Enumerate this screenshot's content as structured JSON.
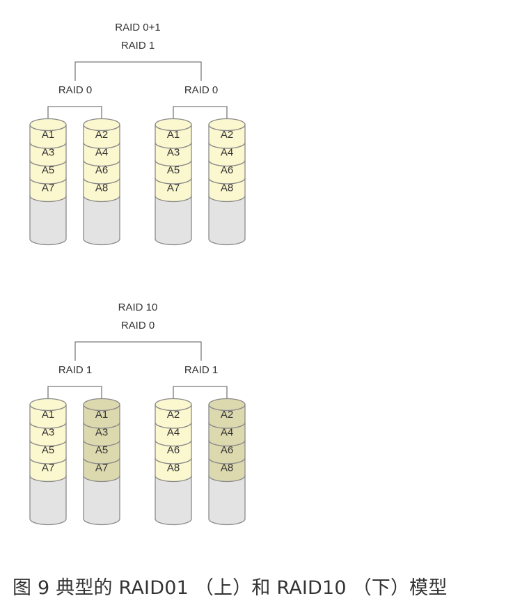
{
  "top_diagram": {
    "title": "RAID 0+1",
    "subtitle": "RAID 1",
    "groups": [
      {
        "label": "RAID 0",
        "disks": [
          {
            "blocks": [
              "A1",
              "A3",
              "A5",
              "A7"
            ],
            "style": "yellow"
          },
          {
            "blocks": [
              "A2",
              "A4",
              "A6",
              "A8"
            ],
            "style": "yellow"
          }
        ]
      },
      {
        "label": "RAID 0",
        "disks": [
          {
            "blocks": [
              "A1",
              "A3",
              "A5",
              "A7"
            ],
            "style": "yellow"
          },
          {
            "blocks": [
              "A2",
              "A4",
              "A6",
              "A8"
            ],
            "style": "yellow"
          }
        ]
      }
    ]
  },
  "bottom_diagram": {
    "title": "RAID 10",
    "subtitle": "RAID 0",
    "groups": [
      {
        "label": "RAID 1",
        "disks": [
          {
            "blocks": [
              "A1",
              "A3",
              "A5",
              "A7"
            ],
            "style": "yellow"
          },
          {
            "blocks": [
              "A1",
              "A3",
              "A5",
              "A7"
            ],
            "style": "olive"
          }
        ]
      },
      {
        "label": "RAID 1",
        "disks": [
          {
            "blocks": [
              "A2",
              "A4",
              "A6",
              "A8"
            ],
            "style": "yellow"
          },
          {
            "blocks": [
              "A2",
              "A4",
              "A6",
              "A8"
            ],
            "style": "olive"
          }
        ]
      }
    ]
  },
  "colors": {
    "yellow_fill": "#fbf7cf",
    "olive_fill": "#dcd9ae",
    "disk_body": "#e3e3e3",
    "outline": "#8a8a8a",
    "line": "#7a7a7a",
    "text": "#333333"
  },
  "caption": "图 9 典型的 RAID01 （上）和 RAID10 （下）模型"
}
